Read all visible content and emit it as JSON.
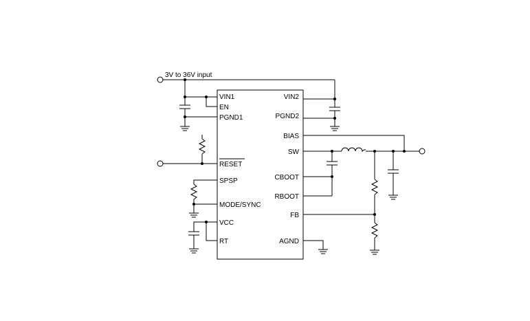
{
  "input_label": "3V to 36V input",
  "left_pins": {
    "vin1": "VIN1",
    "en": "EN",
    "pgnd1": "PGND1",
    "reset": "RESET",
    "spsp": "SPSP",
    "mode_sync": "MODE/SYNC",
    "vcc": "VCC",
    "rt": "RT"
  },
  "right_pins": {
    "vin2": "VIN2",
    "pgnd2": "PGND2",
    "bias": "BIAS",
    "sw": "SW",
    "cboot": "CBOOT",
    "rboot": "RBOOT",
    "fb": "FB",
    "agnd": "AGND"
  }
}
